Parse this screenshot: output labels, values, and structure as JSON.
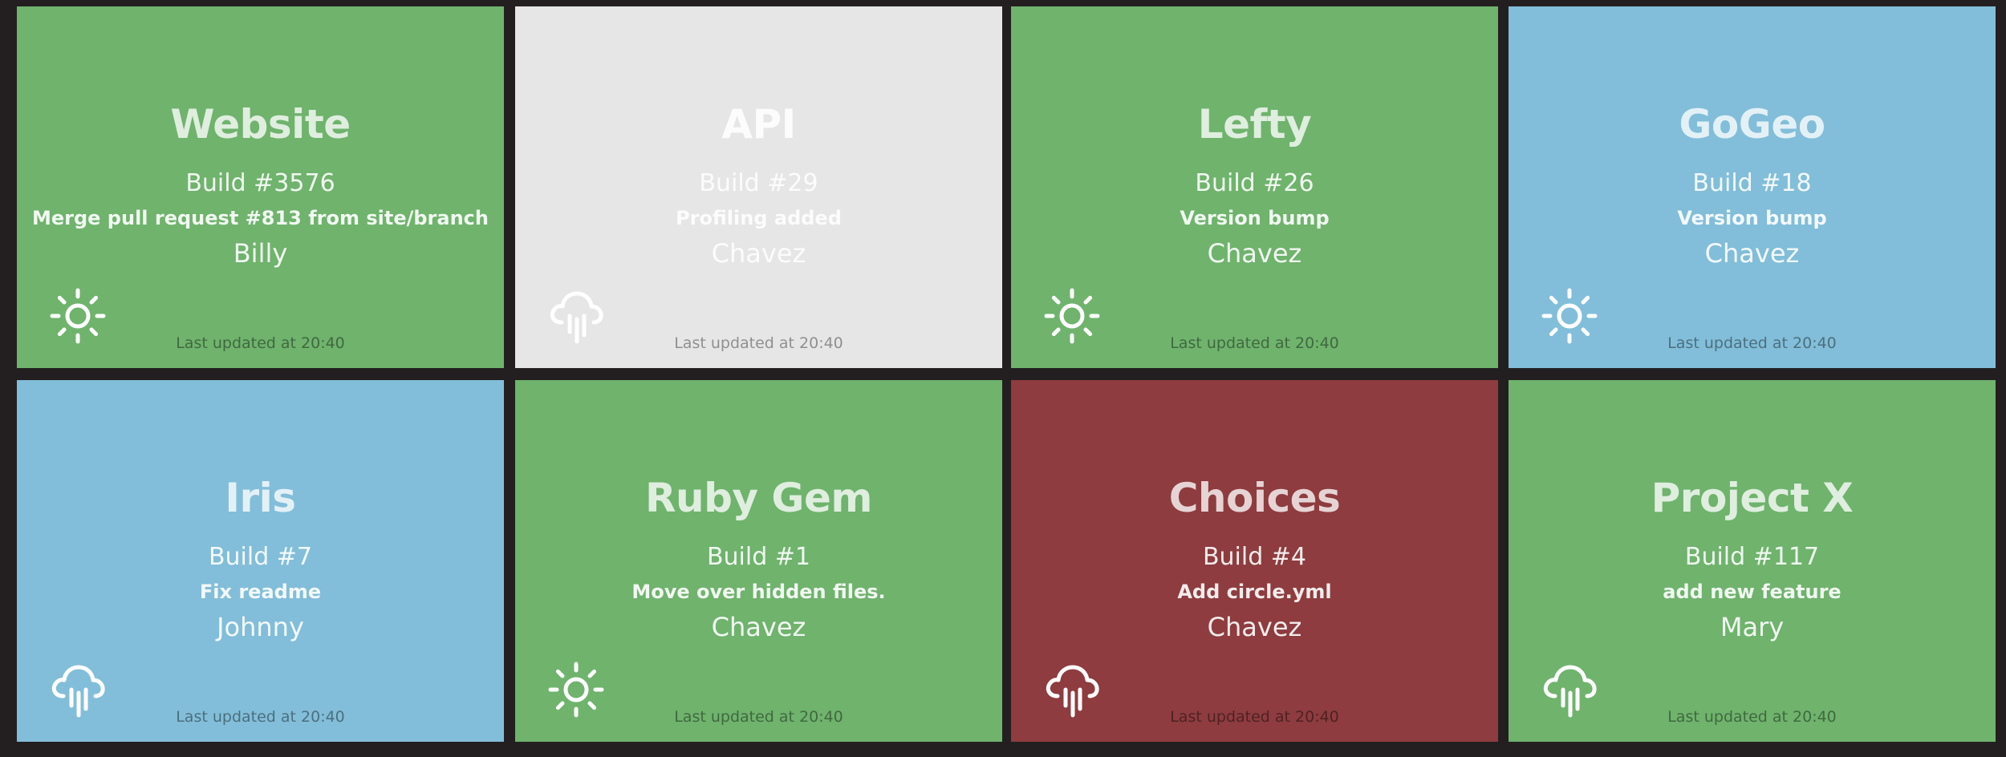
{
  "tiles": [
    {
      "title": "Website",
      "build": "Build #3576",
      "message": "Merge pull request #813 from site/branch",
      "author": "Billy",
      "updated": "Last updated at 20:40",
      "status": "success",
      "color": "#6fb36d",
      "icon": "sun-icon"
    },
    {
      "title": "API",
      "build": "Build #29",
      "message": "Profiling added",
      "author": "Chavez",
      "updated": "Last updated at 20:40",
      "status": "unknown",
      "color": "#e6e6e6",
      "icon": "rain-cloud-icon"
    },
    {
      "title": "Lefty",
      "build": "Build #26",
      "message": "Version bump",
      "author": "Chavez",
      "updated": "Last updated at 20:40",
      "status": "success",
      "color": "#6fb36d",
      "icon": "sun-icon"
    },
    {
      "title": "GoGeo",
      "build": "Build #18",
      "message": "Version bump",
      "author": "Chavez",
      "updated": "Last updated at 20:40",
      "status": "building",
      "color": "#82bed9",
      "icon": "sun-icon"
    },
    {
      "title": "Iris",
      "build": "Build #7",
      "message": "Fix readme",
      "author": "Johnny",
      "updated": "Last updated at 20:40",
      "status": "building",
      "color": "#82bed9",
      "icon": "rain-cloud-icon"
    },
    {
      "title": "Ruby Gem",
      "build": "Build #1",
      "message": "Move over hidden files.",
      "author": "Chavez",
      "updated": "Last updated at 20:40",
      "status": "success",
      "color": "#6fb36d",
      "icon": "sun-icon"
    },
    {
      "title": "Choices",
      "build": "Build #4",
      "message": "Add circle.yml",
      "author": "Chavez",
      "updated": "Last updated at 20:40",
      "status": "failed",
      "color": "#8e3c3f",
      "icon": "rain-cloud-icon"
    },
    {
      "title": "Project X",
      "build": "Build #117",
      "message": "add new feature",
      "author": "Mary",
      "updated": "Last updated at 20:40",
      "status": "success",
      "color": "#6fb36d",
      "icon": "rain-cloud-icon"
    }
  ],
  "colors": {
    "background": "#231f20",
    "success": "#6fb36d",
    "building": "#82bed9",
    "unknown": "#e6e6e6",
    "failed": "#8e3c3f"
  }
}
